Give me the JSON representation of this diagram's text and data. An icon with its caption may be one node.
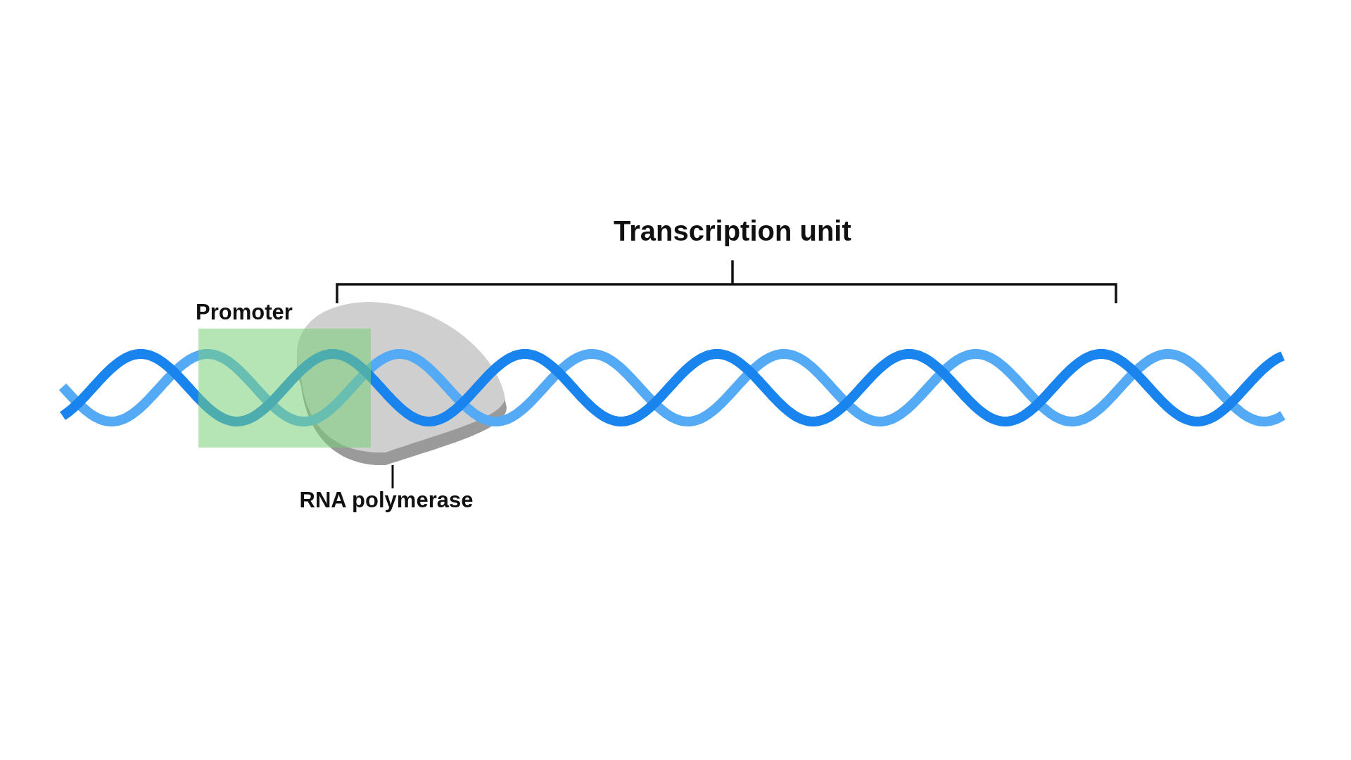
{
  "diagram": {
    "nodes": [
      {
        "text": [
          "Promoter"
        ]
      },
      {
        "text": [
          "RNA polymerase"
        ]
      },
      {
        "text": [],
        "shape": "blob"
      }
    ],
    "edges": [
      {
        "from": 1,
        "to": 2,
        "arrow": "none"
      }
    ],
    "labels": [
      "Transcription unit"
    ]
  }
}
